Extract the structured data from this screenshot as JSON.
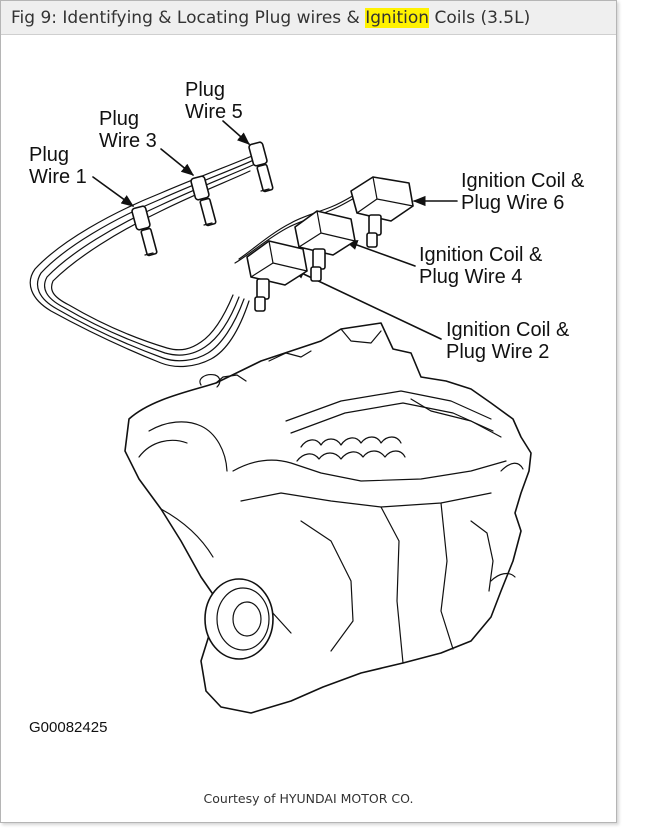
{
  "title": {
    "before": "Fig 9: Identifying & Locating Plug wires & ",
    "highlight": "Ignition",
    "after": " Coils (3.5L)"
  },
  "labels": {
    "plug_wire_1": {
      "line1": "Plug",
      "line2": "Wire 1"
    },
    "plug_wire_3": {
      "line1": "Plug",
      "line2": "Wire 3"
    },
    "plug_wire_5": {
      "line1": "Plug",
      "line2": "Wire 5"
    },
    "coil_6": {
      "line1": "Ignition Coil &",
      "line2": "Plug Wire 6"
    },
    "coil_4": {
      "line1": "Ignition Coil &",
      "line2": "Plug Wire 4"
    },
    "coil_2": {
      "line1": "Ignition Coil &",
      "line2": "Plug Wire 2"
    }
  },
  "figure_code": "G00082425",
  "courtesy": "Courtesy of HYUNDAI MOTOR CO.",
  "colors": {
    "highlight": "#fff200",
    "title_bar": "#efefef",
    "line": "#111111"
  }
}
